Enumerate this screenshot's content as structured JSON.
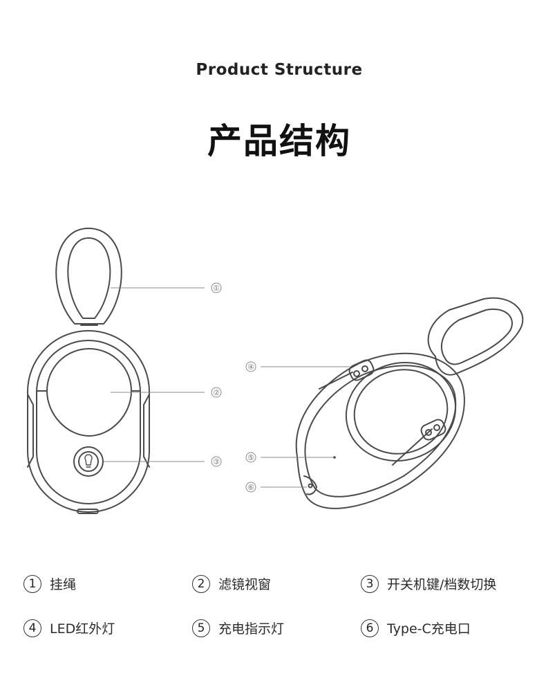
{
  "header": {
    "title_en": "Product Structure",
    "title_zh": "产品结构"
  },
  "diagram": {
    "callouts": [
      "①",
      "②",
      "③",
      "④",
      "⑤",
      "⑥"
    ]
  },
  "legend": {
    "items": [
      {
        "num": "1",
        "label": "挂绳"
      },
      {
        "num": "2",
        "label": "滤镜视窗"
      },
      {
        "num": "3",
        "label": "开关机键/档数切换"
      },
      {
        "num": "4",
        "label": "LED红外灯"
      },
      {
        "num": "5",
        "label": "充电指示灯"
      },
      {
        "num": "6",
        "label": "Type-C充电口"
      }
    ]
  },
  "colors": {
    "line": "#4a4a4a",
    "leader": "#8a8a8a",
    "text": "#222222"
  }
}
